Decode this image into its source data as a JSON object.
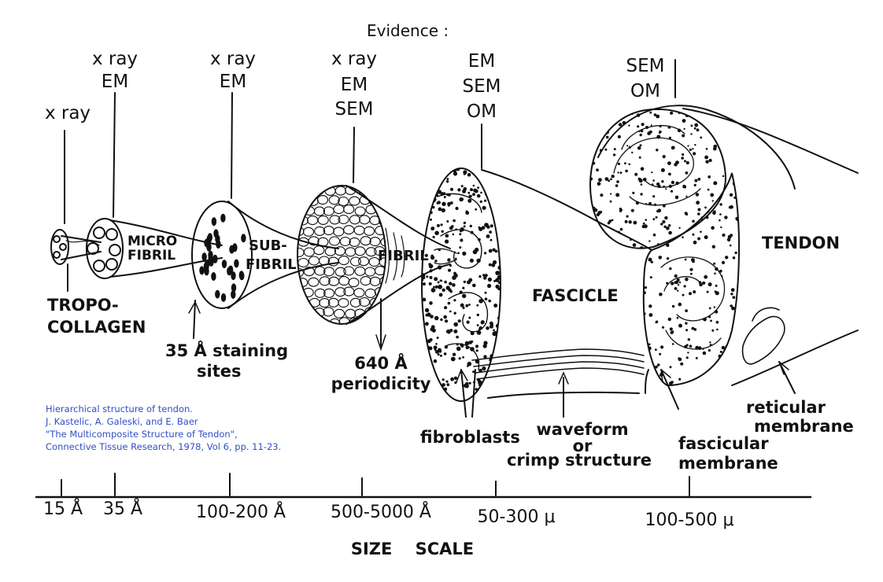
{
  "evidence_header": "Evidence :",
  "evidence": {
    "tropocollagen": "x ray",
    "microfibril": [
      "x ray",
      "EM"
    ],
    "subfibril": [
      "x ray",
      "EM"
    ],
    "fibril": [
      "x ray",
      "EM",
      "SEM"
    ],
    "fascicle": [
      "EM",
      "SEM",
      "OM"
    ],
    "tendon": [
      "SEM",
      "OM"
    ]
  },
  "structures": {
    "tropocollagen": [
      "TROPO-",
      "COLLAGEN"
    ],
    "microfibril": [
      "MICRO",
      "FIBRIL"
    ],
    "subfibril": [
      "SUB-",
      "FIBRIL"
    ],
    "fibril": "FIBRIL",
    "fascicle": "FASCICLE",
    "tendon": "TENDON"
  },
  "annotations": {
    "staining": [
      "35 Å  staining",
      "sites"
    ],
    "periodicity": [
      "640 Å",
      "periodicity"
    ],
    "fibroblasts": "fibroblasts",
    "crimp": [
      "waveform",
      "or",
      "crimp  structure"
    ],
    "fascicular_membrane": [
      "fascicular",
      "membrane"
    ],
    "reticular_membrane": [
      "reticular",
      "membrane"
    ]
  },
  "caption": [
    "Hierarchical structure of tendon.",
    "J. Kastelic, A. Galeski, and E. Baer",
    "\"The Multicomposite Structure of Tendon\",",
    "Connective Tissue Research, 1978, Vol 6, pp. 11-23."
  ],
  "size_scale": {
    "title": "SIZE    SCALE",
    "ticks": [
      "15 Å",
      "35 Å",
      "100-200 Å",
      "500-5000 Å",
      "50-300 μ",
      "100-500 μ"
    ]
  },
  "colors": {
    "ink": "#111111",
    "caption": "#2f4fc4",
    "background": "#ffffff"
  }
}
